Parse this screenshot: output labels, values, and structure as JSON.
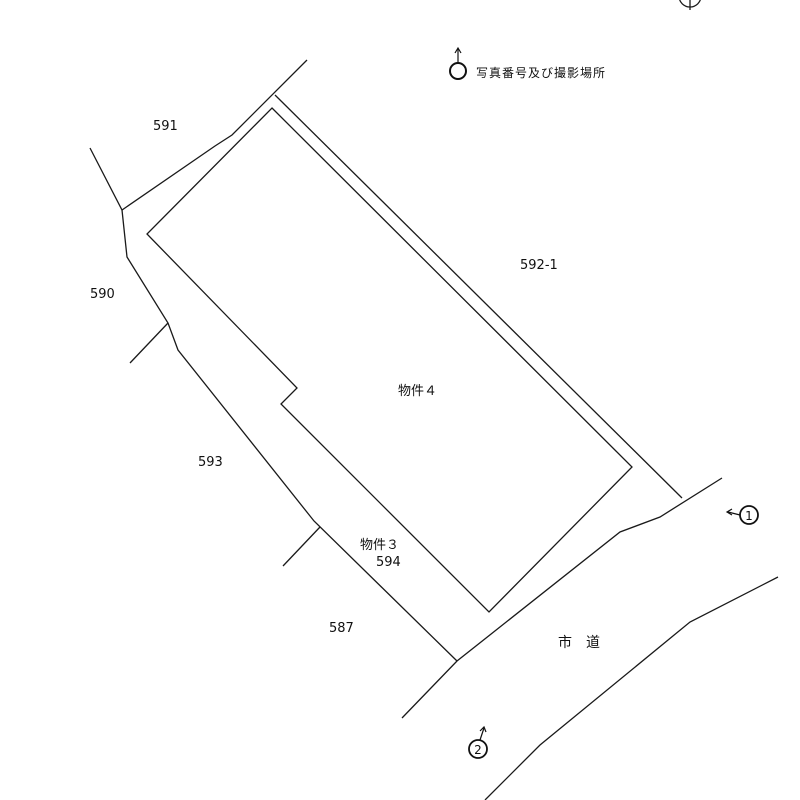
{
  "legend": {
    "icon": "photo-location-marker-icon",
    "text": "写真番号及び撮影場所"
  },
  "parcels": {
    "p591": "591",
    "p590": "590",
    "p593": "593",
    "p594": "594",
    "p587": "587",
    "p592_1": "592-1"
  },
  "properties": {
    "property4": "物件４",
    "property3": "物件３"
  },
  "road": {
    "label": "市　道"
  },
  "photo_markers": [
    {
      "number": "1",
      "direction": "west"
    },
    {
      "number": "2",
      "direction": "north-east"
    }
  ]
}
